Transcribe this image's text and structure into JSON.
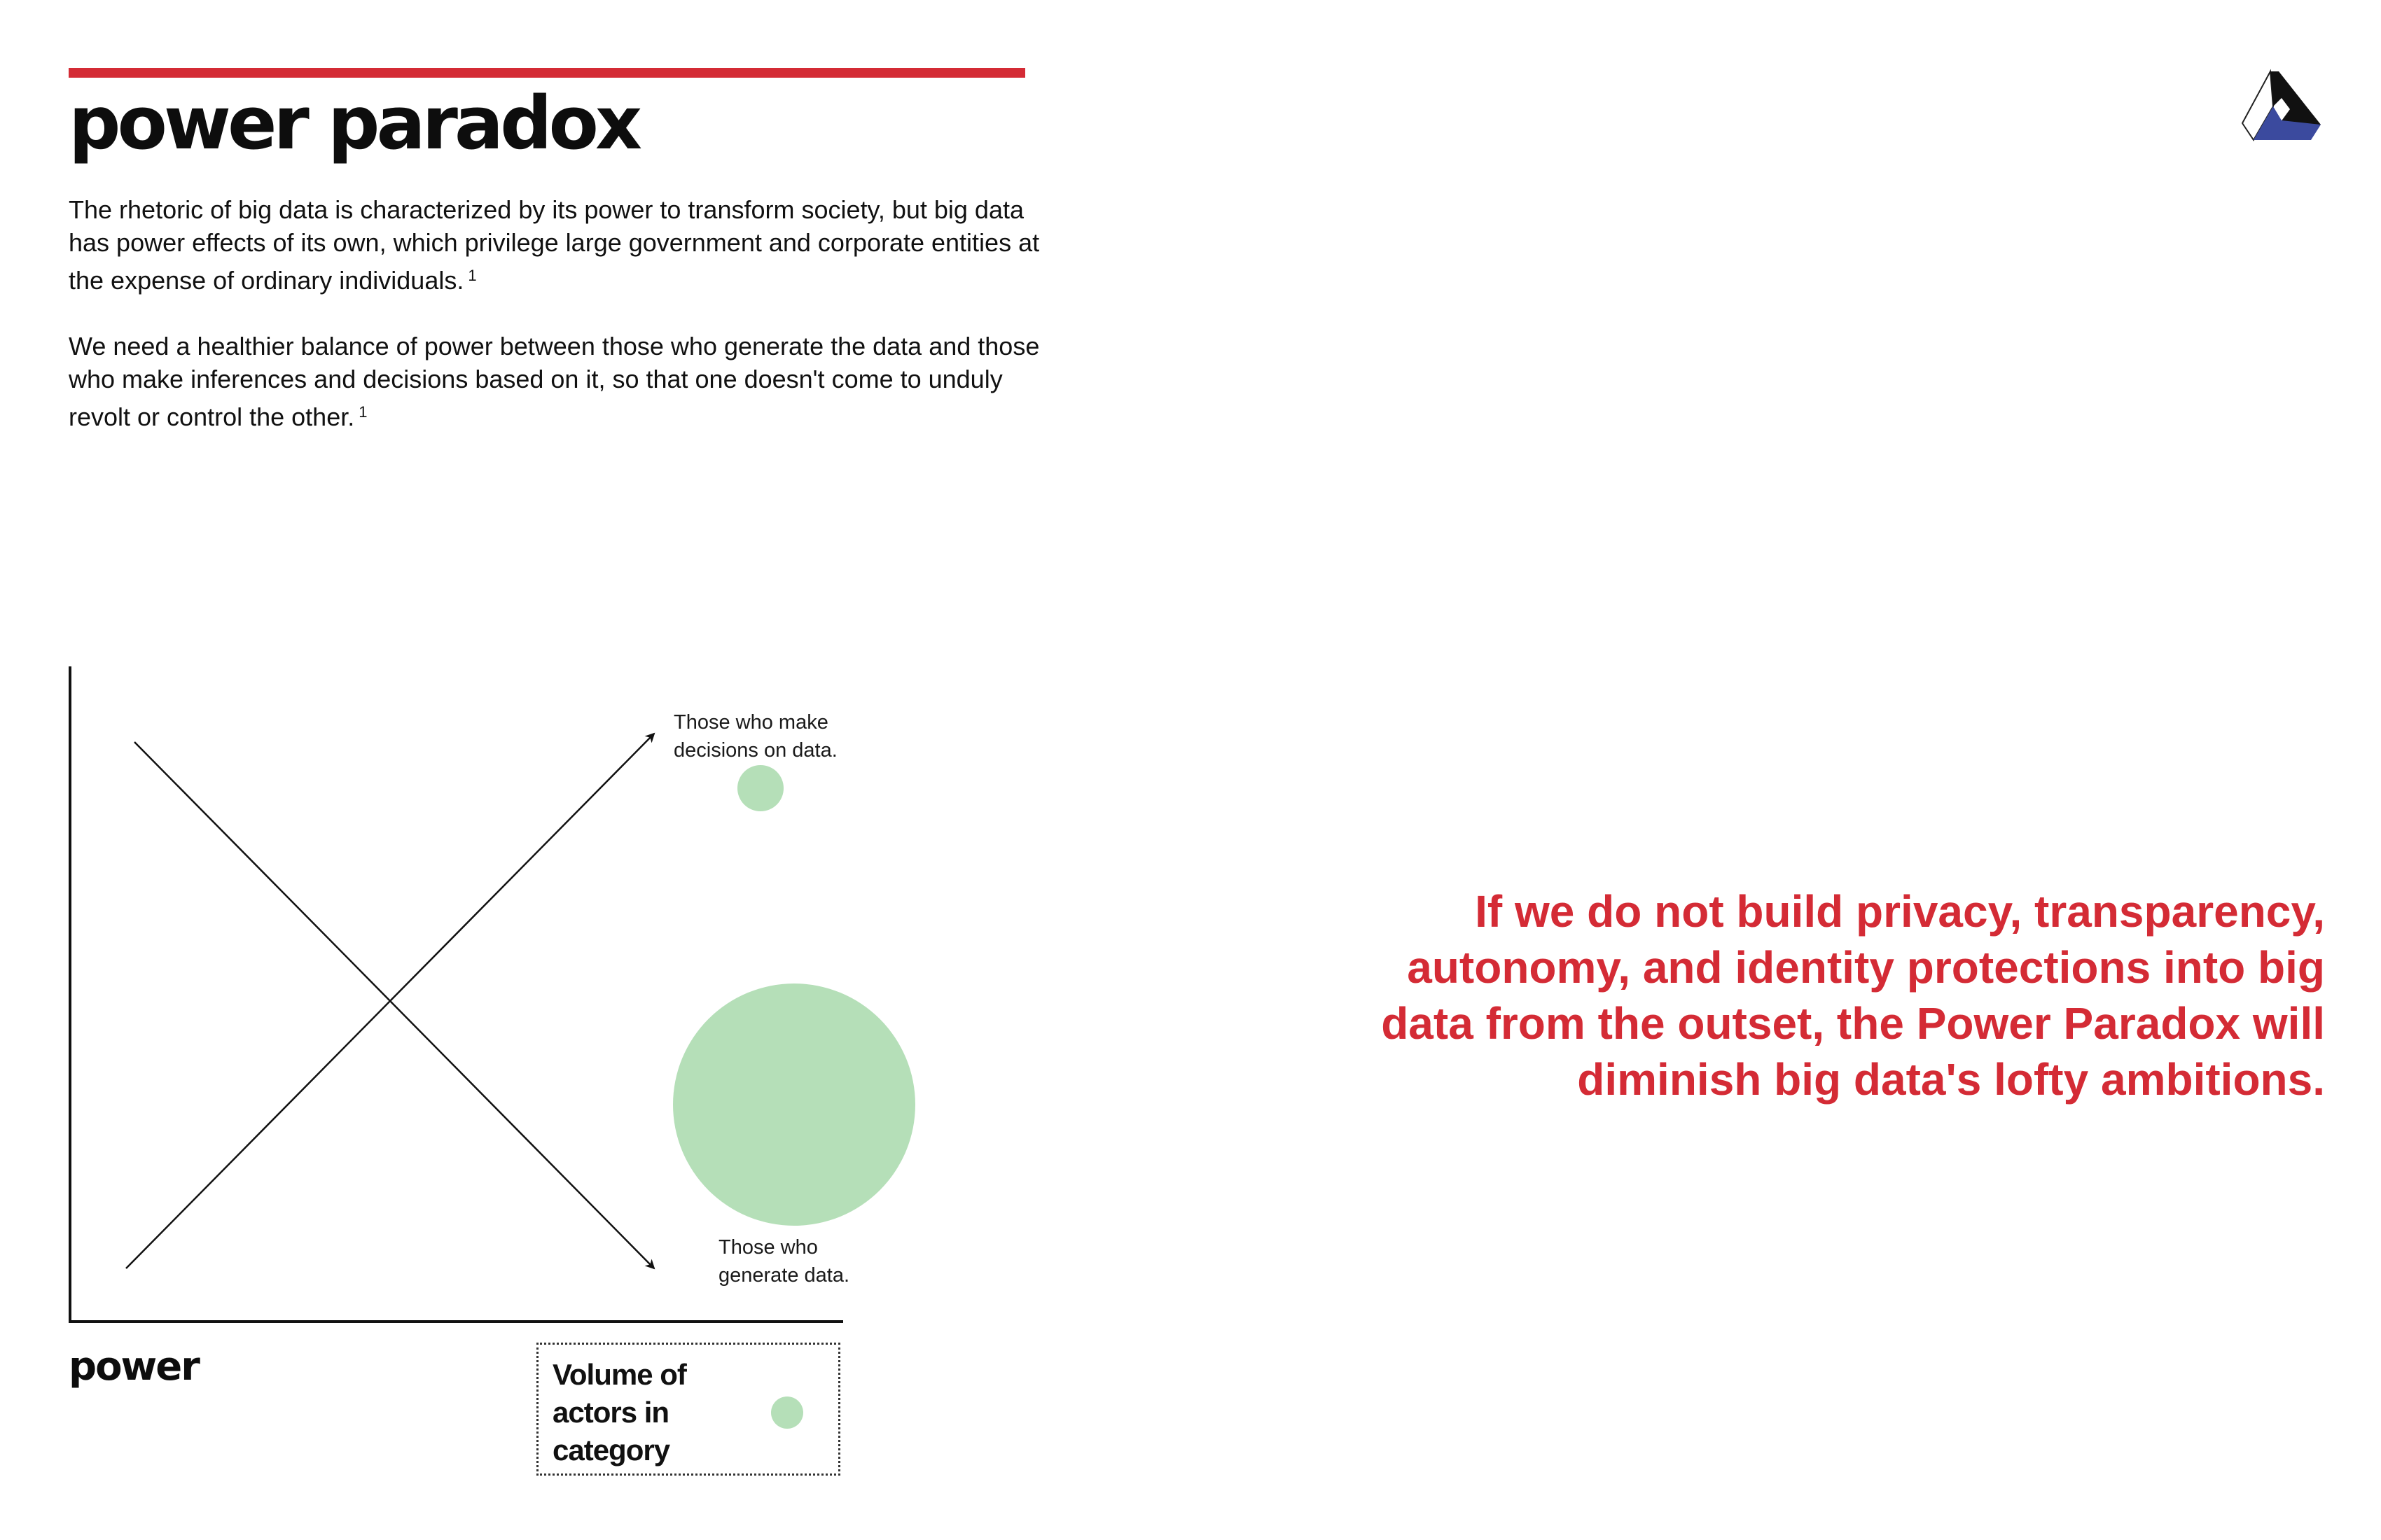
{
  "colors": {
    "accent_red": "#d42b35",
    "bubble_green": "#b5dfb8",
    "ink": "#111111",
    "logo_blue": "#3b4a9e"
  },
  "header": {
    "title": "power paradox"
  },
  "intro": {
    "paragraph_1": "The rhetoric of big data is characterized by its power to transform society, but big data has power effects of its own, which privilege large government and corporate entities at the expense of ordinary individuals.",
    "paragraph_1_footnote": "1",
    "paragraph_2": "We need a healthier balance of power between those who generate the data and those who make inferences and decisions based on it, so that one doesn't come to unduly revolt or control the other.",
    "paragraph_2_footnote": "1"
  },
  "logo": {
    "icon": "triangle-logo-icon"
  },
  "diagram": {
    "axis_label": "power",
    "rising_label_line1": "Those who make",
    "rising_label_line2": "decisions on data.",
    "falling_label_line1": "Those who",
    "falling_label_line2": "generate data.",
    "small_bubble_icon": "small-actor-bubble",
    "large_bubble_icon": "large-actor-bubble",
    "legend": {
      "label": "Volume of actors in category",
      "swatch_icon": "legend-bubble-swatch"
    }
  },
  "callout": {
    "text": "If we do not build privacy, transparency, autonomy, and identity protections into big data from the outset, the Power Paradox will diminish big data's lofty ambitions."
  }
}
